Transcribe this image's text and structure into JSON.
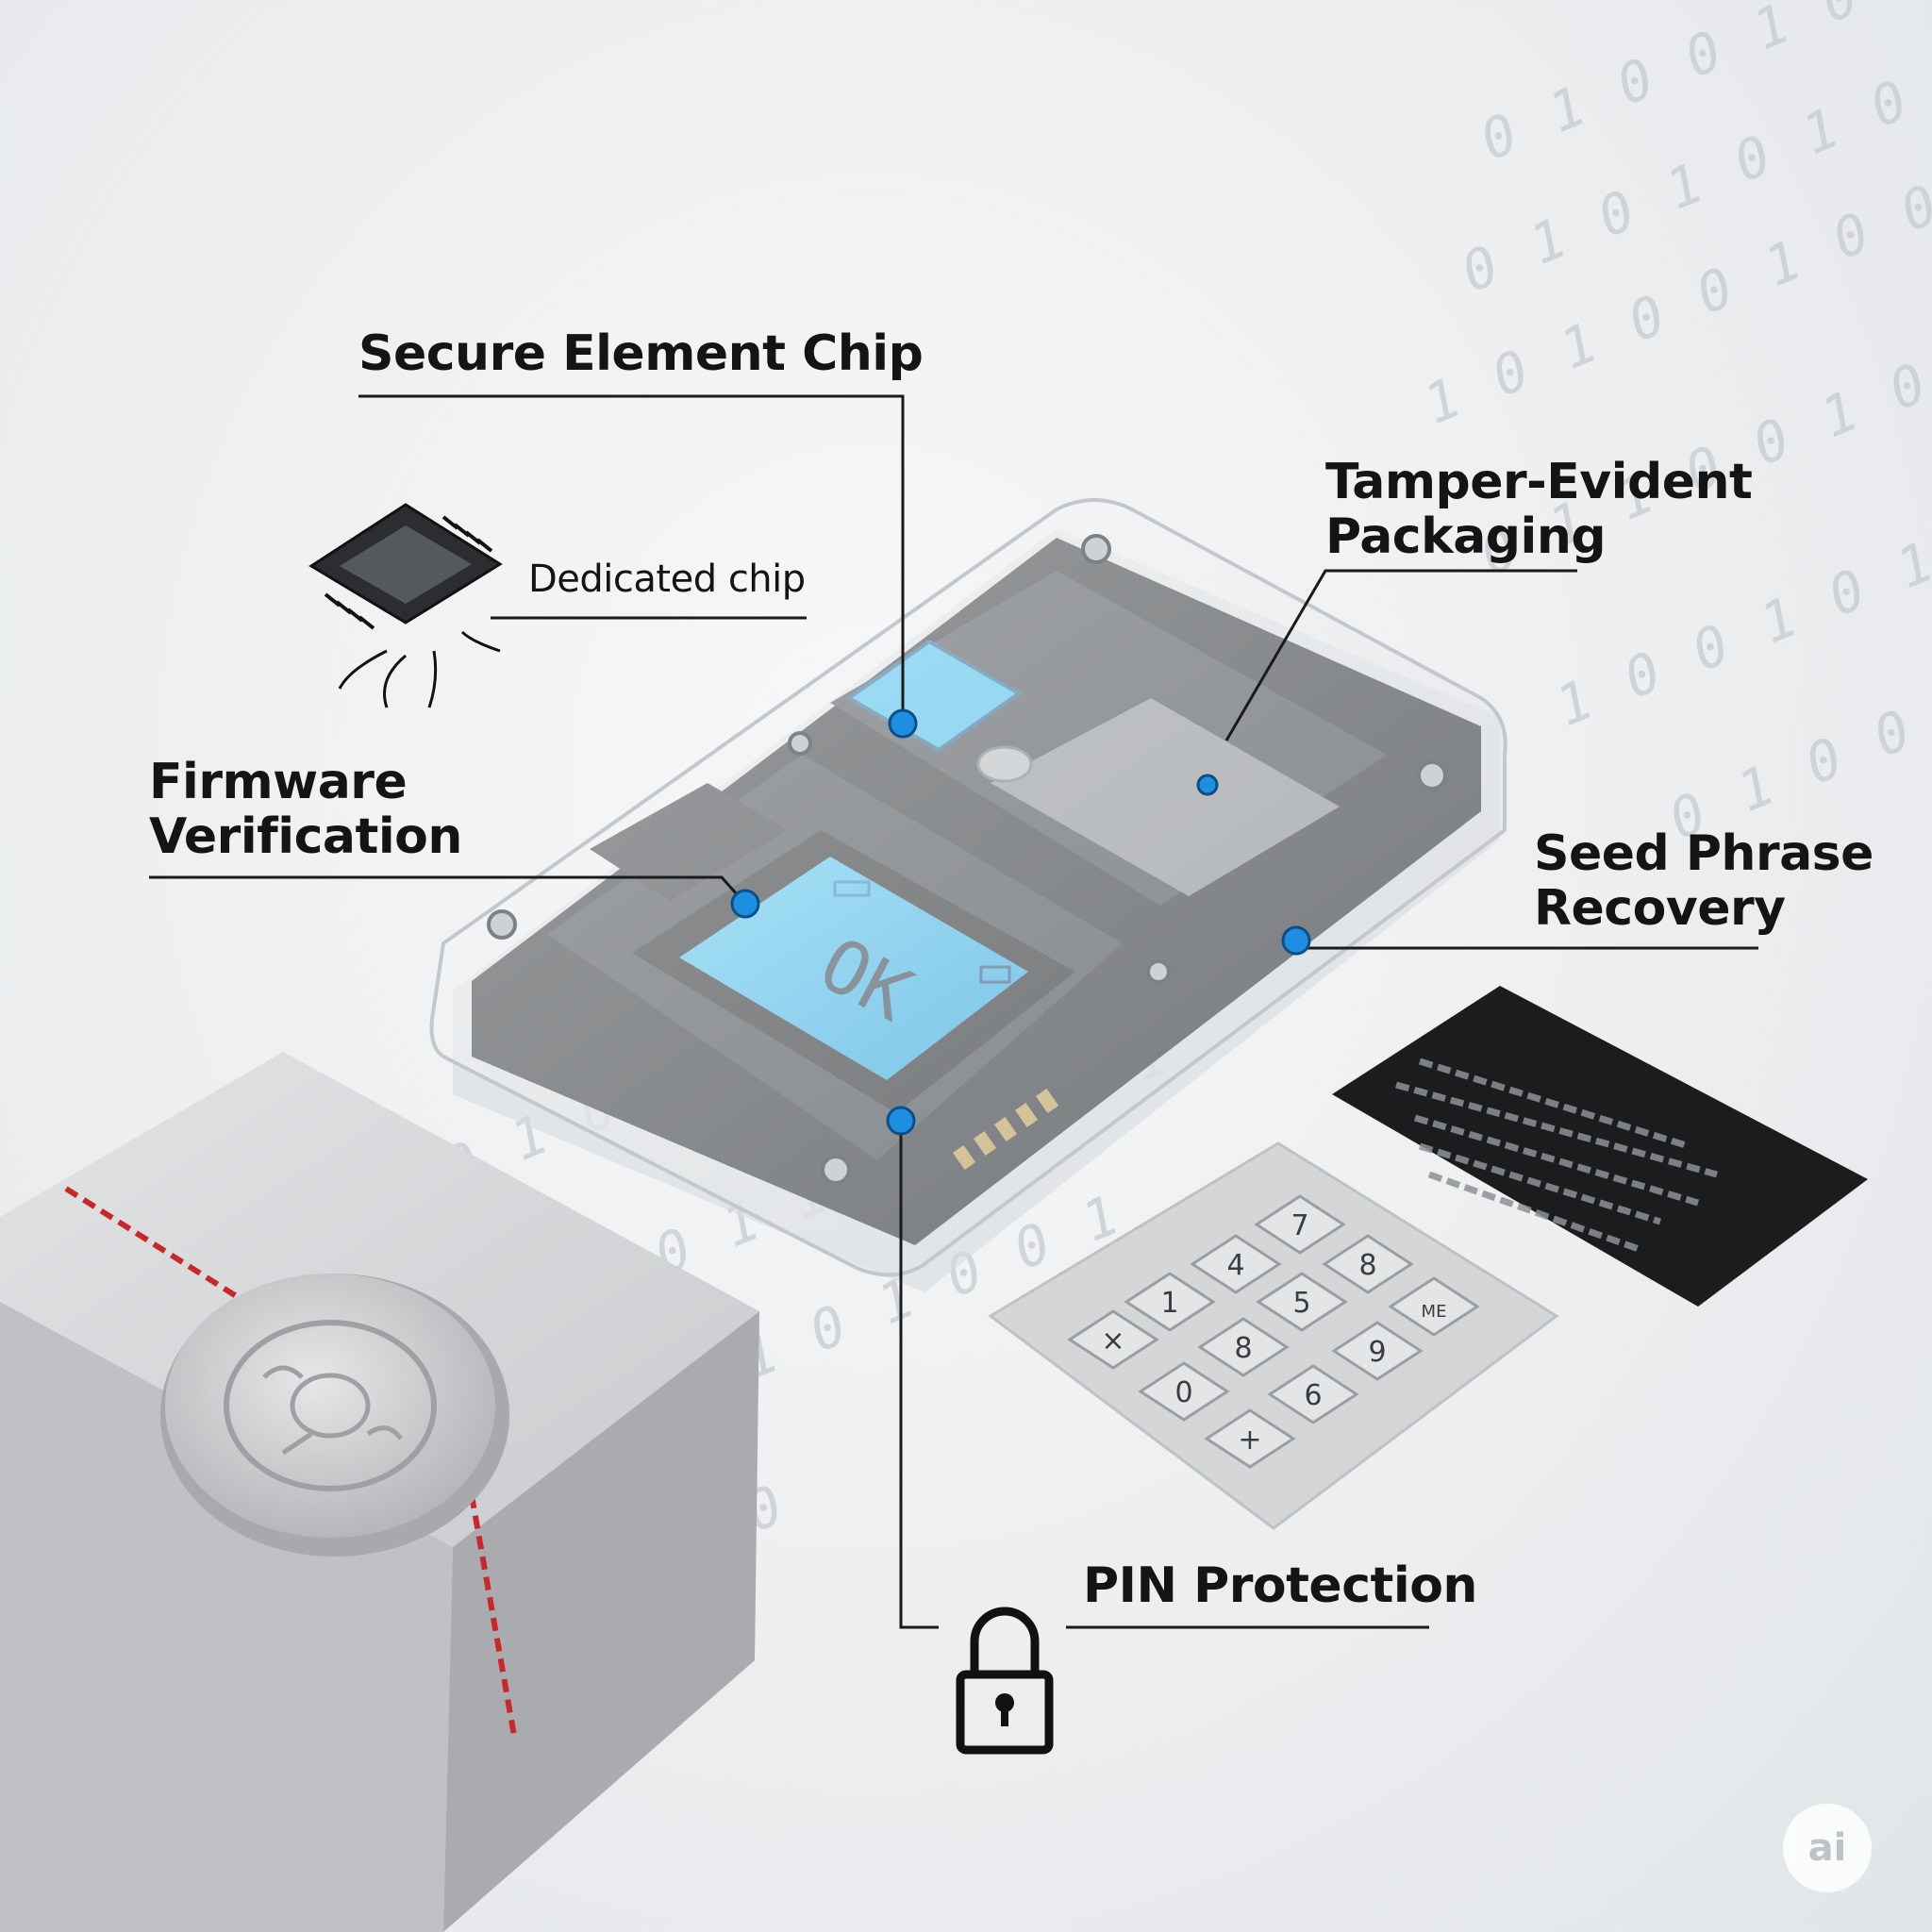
{
  "callouts": {
    "secure_element": "Secure Element Chip",
    "dedicated_chip": "Dedicated chip",
    "firmware_line1": "Firmware",
    "firmware_line2": "Verification",
    "tamper_line1": "Tamper-Evident",
    "tamper_line2": "Packaging",
    "seed_line1": "Seed Phrase",
    "seed_line2": "Recovery",
    "pin": "PIN Protection"
  },
  "device": {
    "screen_text": "OK"
  },
  "keypad": {
    "keys": [
      "7",
      "4",
      "8",
      "1",
      "5",
      "ME",
      "×",
      "8",
      "9",
      "0",
      "6",
      "+"
    ]
  },
  "badge": "ai",
  "colors": {
    "accent_blue": "#1e8fe0",
    "screen_blue": "#3cc0f2",
    "seal_red": "#c8282a",
    "label_text": "#141414"
  }
}
